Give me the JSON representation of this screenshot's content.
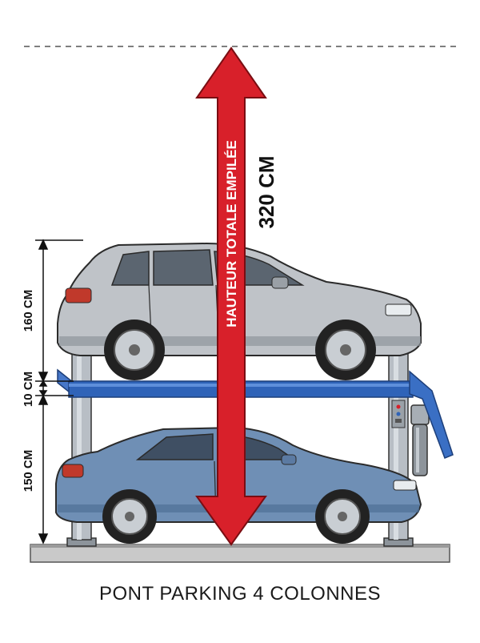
{
  "title": "PONT PARKING 4 COLONNES",
  "total_height": {
    "label": "HAUTEUR TOTALE EMPILÉE",
    "value": "320 CM"
  },
  "dimensions": {
    "upper_vehicle": "160 CM",
    "platform": "10 CM",
    "lower_vehicle": "150 CM"
  },
  "colors": {
    "arrow": "#d8202a",
    "platform": "#2f63b8",
    "column": "#b8bec5",
    "upper_car": "#bfc3c8",
    "lower_car": "#6f8fb5",
    "ground": "#c9c9c9"
  },
  "icons": [
    "vertical-double-arrow-icon",
    "hydraulic-pump-icon",
    "control-panel-icon"
  ]
}
